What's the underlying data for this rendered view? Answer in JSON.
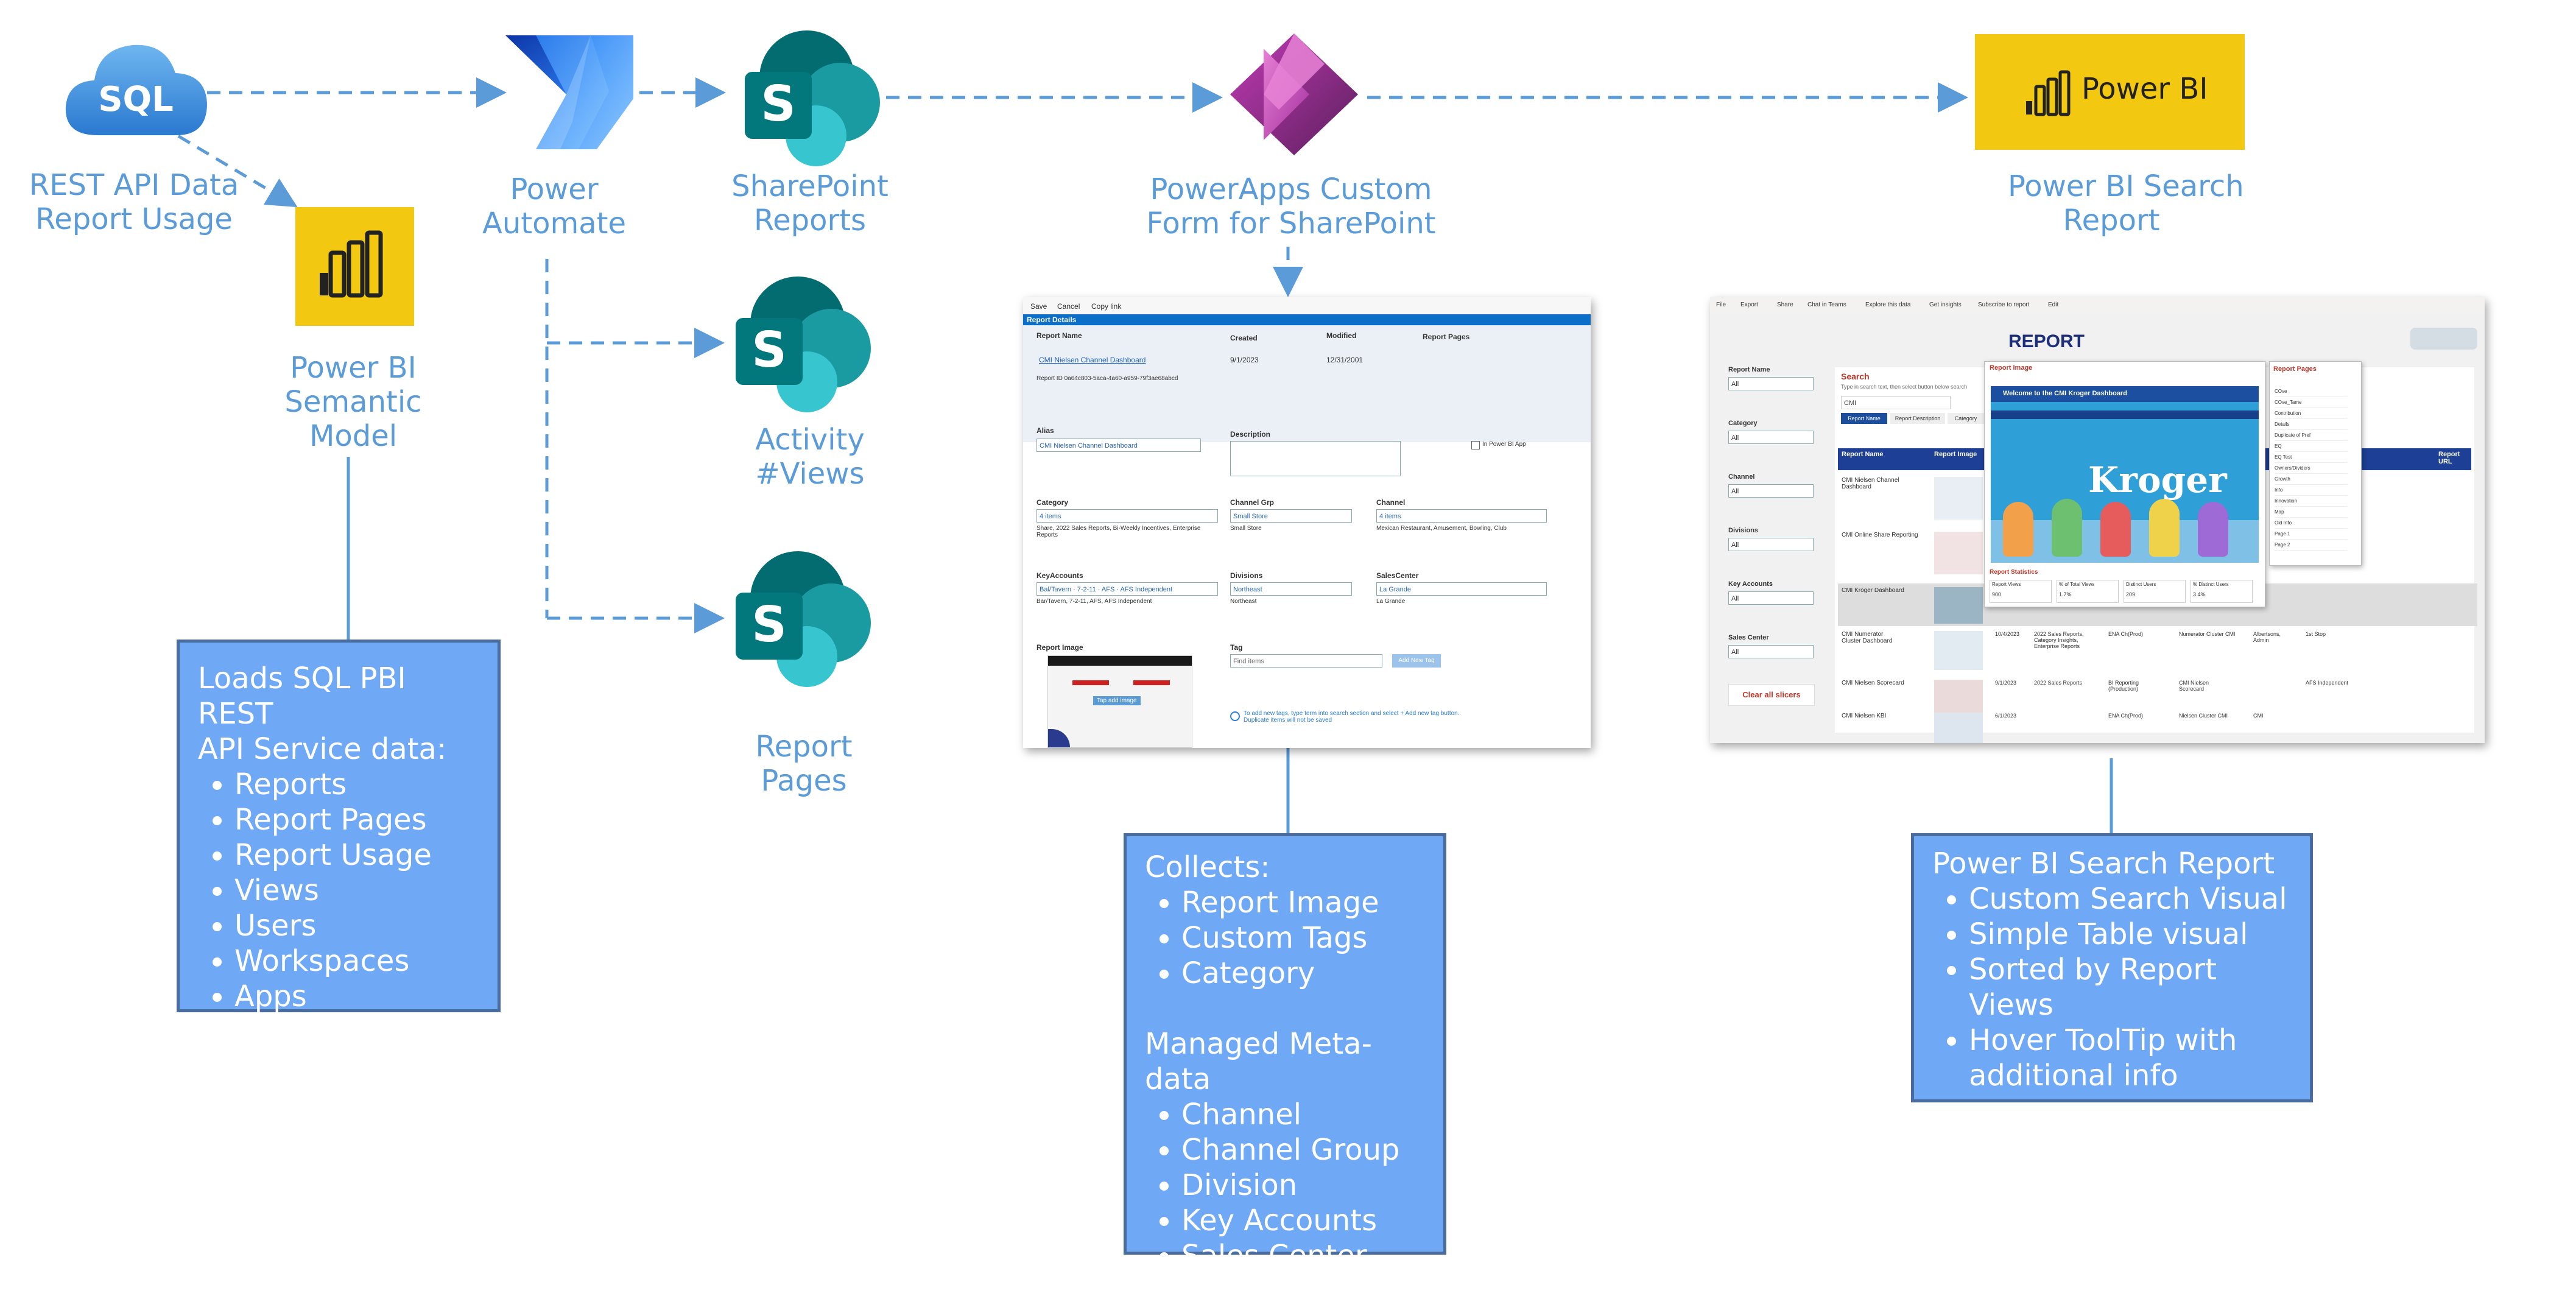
{
  "nodes": {
    "sql": {
      "icon": "sql-cloud-icon",
      "icon_text": "SQL",
      "label": "REST API Data Report Usage",
      "lines": [
        "REST API Data",
        "Report Usage"
      ]
    },
    "power_automate": {
      "icon": "power-automate-icon",
      "lines": [
        "Power",
        "Automate"
      ]
    },
    "sharepoint_reports": {
      "icon": "sharepoint-icon",
      "lines": [
        "SharePoint",
        "Reports"
      ]
    },
    "activity_views": {
      "icon": "sharepoint-icon",
      "lines": [
        "Activity",
        "#Views"
      ]
    },
    "report_pages": {
      "icon": "sharepoint-icon",
      "lines": [
        "Report",
        "Pages"
      ]
    },
    "semantic_model": {
      "icon": "power-bi-icon",
      "lines": [
        "Power BI",
        "Semantic",
        "Model"
      ]
    },
    "powerapps": {
      "icon": "powerapps-icon",
      "lines": [
        "PowerApps Custom",
        "Form for SharePoint"
      ]
    },
    "power_bi_logo": {
      "icon": "power-bi-icon",
      "text": "Power BI"
    },
    "search_report": {
      "lines": [
        "Power BI Search",
        "Report"
      ]
    }
  },
  "notes": {
    "sql_note": {
      "intro": [
        "Loads SQL PBI REST",
        "API Service data:"
      ],
      "items": [
        "Reports",
        "Report Pages",
        "Report Usage"
      ],
      "sub_items": [
        "Views",
        "Users"
      ],
      "items_after": [
        "Workspaces",
        "Apps"
      ]
    },
    "powerapps_note": {
      "heading1": "Collects:",
      "items1": [
        "Report Image",
        "Custom Tags",
        "Category"
      ],
      "heading2": "Managed Meta-data",
      "items2": [
        "Channel",
        "Channel Group",
        "Division",
        "Key Accounts",
        "Sales Center"
      ]
    },
    "search_note": {
      "heading": "Power BI Search Report",
      "items": [
        "Custom Search Visual",
        "Simple Table visual",
        "Sorted by Report Views",
        "Hover ToolTip with additional info"
      ],
      "lines": [
        "Custom Search Visual",
        "Simple Table visual",
        "Sorted by Report",
        "Views",
        "Hover ToolTip with",
        "additional info"
      ]
    }
  },
  "form_screenshot": {
    "toolbar": [
      "Save",
      "Cancel",
      "Copy link"
    ],
    "section": "Report Details",
    "report_name_label": "Report Name",
    "report_name_value": "CMI Nielsen Channel Dashboard",
    "report_id": "Report ID 0a64c803-5aca-4a60-a959-79f3ae68abcd",
    "created_label": "Created",
    "created_value": "9/1/2023",
    "modified_label": "Modified",
    "modified_value": "12/31/2001",
    "report_pages_label": "Report Pages",
    "alias_label": "Alias",
    "alias_value": "CMI Nielsen Channel Dashboard",
    "description_label": "Description",
    "in_app_label": "In Power BI App",
    "category_label": "Category",
    "category_value": "4 items",
    "category_sub": "Share, 2022 Sales Reports, Bi-Weekly Incentives, Enterprise Reports",
    "channel_grp_label": "Channel Grp",
    "channel_grp_value": "Small Store",
    "channel_grp_sub": "Small Store",
    "channel_label": "Channel",
    "channel_value": "4 items",
    "channel_sub": "Mexican Restaurant, Amusement, Bowling, Club",
    "key_accounts_label": "KeyAccounts",
    "key_accounts_value": "Bal/Tavern · 7-2-11 · AFS · AFS Independent",
    "key_accounts_sub": "Bar/Tavern, 7-2-11, AFS, AFS Independent",
    "divisions_label": "Divisions",
    "divisions_value": "Northeast",
    "divisions_sub": "Northeast",
    "sales_center_label": "SalesCenter",
    "sales_center_value": "La Grande",
    "sales_center_sub": "La Grande",
    "report_image_label": "Report Image",
    "tag_label": "Tag",
    "tag_placeholder": "Find items",
    "add_tag_button": "Add New Tag",
    "tag_help": "To add new tags, type term into search section and select + Add new tag button. Duplicate items will not be saved",
    "tap_add_image": "Tap add image"
  },
  "report_screenshot": {
    "toolbar": [
      "File",
      "Export",
      "Share",
      "Chat in Teams",
      "Explore this data",
      "Get insights",
      "Subscribe to report",
      "Edit"
    ],
    "title": "REPORT",
    "slicers": [
      {
        "label": "Report Name",
        "value": "All"
      },
      {
        "label": "Category",
        "value": "All"
      },
      {
        "label": "Channel",
        "value": "All"
      },
      {
        "label": "Divisions",
        "value": "All"
      },
      {
        "label": "Key Accounts",
        "value": "All"
      },
      {
        "label": "Sales Center",
        "value": "All"
      }
    ],
    "clear_slicers": "Clear all slicers",
    "search_title": "Search",
    "search_hint": "Type in search text, then select button below search",
    "search_value": "CMI",
    "search_tabs": [
      "Report Name",
      "Report Description",
      "Category"
    ],
    "table_headers": [
      "Report Name",
      "Report Image",
      "Report URL"
    ],
    "rows": [
      {
        "name": "CMI Nielsen Channel Dashboard",
        "date": "",
        "cat": "",
        "owner": "",
        "group": "",
        "acc": "",
        "ch": ""
      },
      {
        "name": "CMI Online Share Reporting",
        "date": "",
        "cat": "",
        "owner": "",
        "group": "",
        "acc": "",
        "ch": ""
      },
      {
        "name": "CMI Kroger Dashboard",
        "date": "",
        "cat": "",
        "owner": "",
        "group": "",
        "acc": "",
        "ch": ""
      },
      {
        "name": "CMI Numerator Cluster Dashboard",
        "date": "10/4/2023",
        "cat": "2022 Sales Reports, Category Insights, Enterprise Reports",
        "owner": "ENA Ch(Prod)",
        "group": "Numerator Cluster CMI",
        "acc": "Albertsons, Admin",
        "ch": "1st Stop"
      },
      {
        "name": "CMI Nielsen Scorecard",
        "date": "9/1/2023",
        "cat": "2022 Sales Reports",
        "owner": "BI Reporting (Production)",
        "group": "CMI Nielsen Scorecard",
        "acc": "",
        "ch": "AFS Independent"
      },
      {
        "name": "CMI Nielsen KBI",
        "date": "6/1/2023",
        "cat": "",
        "owner": "ENA Ch(Prod)",
        "group": "Nielsen Cluster CMI",
        "acc": "CMI",
        "ch": ""
      }
    ],
    "tooltip": {
      "image_title": "Report Image",
      "banner": "Welcome to the CMI Kroger Dashboard",
      "brand": "Kroger",
      "pages_title": "Report Pages",
      "pages": [
        "COve",
        "COve_Tame",
        "Contribution",
        "Details",
        "Duplicate of Pref",
        "EQ",
        "EQ Test",
        "Owners/Dividers",
        "Growth",
        "Info",
        "Innovation",
        "Map",
        "Old Info",
        "Page 1",
        "Page 2"
      ],
      "stats_title": "Report Statistics",
      "stats": [
        {
          "label": "Report Views",
          "value": "900"
        },
        {
          "label": "% of Total Views",
          "value": "1.7%"
        },
        {
          "label": "Distinct Users",
          "value": "209"
        },
        {
          "label": "% Distinct Users",
          "value": "3.4%"
        }
      ]
    }
  },
  "colors": {
    "arrow": "#5a9bd8",
    "label": "#5a9bd8",
    "note_fill": "#6fa8f5",
    "note_border": "#4a6c9c",
    "pbi_yellow": "#f2c811",
    "sharepoint_teal": "#03787c",
    "powerapps_purple": "#742774",
    "automate_blue": "#0066ff"
  }
}
